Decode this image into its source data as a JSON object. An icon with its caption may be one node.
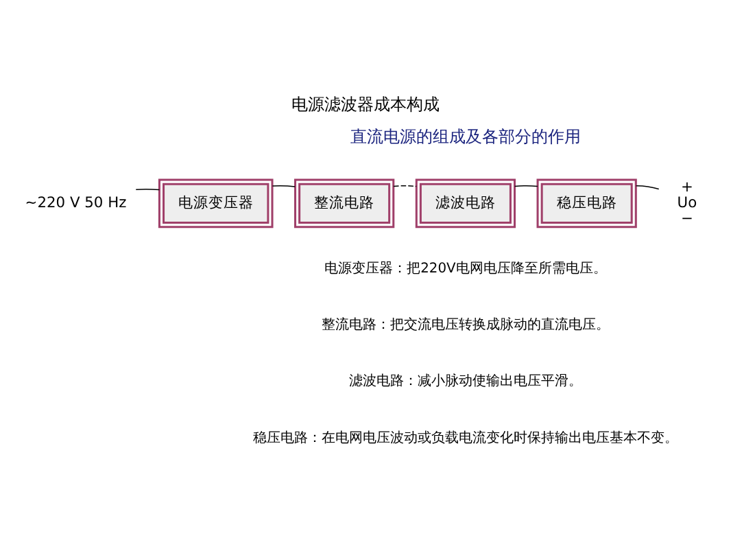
{
  "diagram": {
    "title": "电源滤波器成本构成",
    "nodes": [
      {
        "text": [
          "~220 V 50 Hz"
        ]
      },
      {
        "text": [
          "电源变压器"
        ]
      },
      {
        "text": [
          "整流电路"
        ]
      },
      {
        "text": [
          "滤波电路"
        ]
      },
      {
        "text": [
          "稳压电路"
        ]
      },
      {
        "text": [
          "+",
          "Uo",
          "−"
        ]
      }
    ],
    "edges": [
      {
        "from": 0,
        "to": 1,
        "arrow": "none"
      },
      {
        "from": 1,
        "to": 2,
        "arrow": "none"
      },
      {
        "from": 2,
        "to": 3,
        "arrow": "none",
        "style": "dashed"
      },
      {
        "from": 3,
        "to": 4,
        "arrow": "none"
      },
      {
        "from": 4,
        "to": 5,
        "arrow": "none"
      }
    ],
    "labels": [
      "直流电源的组成及各部分的作用",
      "电源变压器：把220V电网电压降至所需电压。",
      "整流电路：把交流电压转换成脉动的直流电压。",
      "滤波电路：减小脉动使输出电压平滑。",
      "稳压电路：在电网电压波动或负载电流变化时保持输出电压基本不变。"
    ]
  }
}
